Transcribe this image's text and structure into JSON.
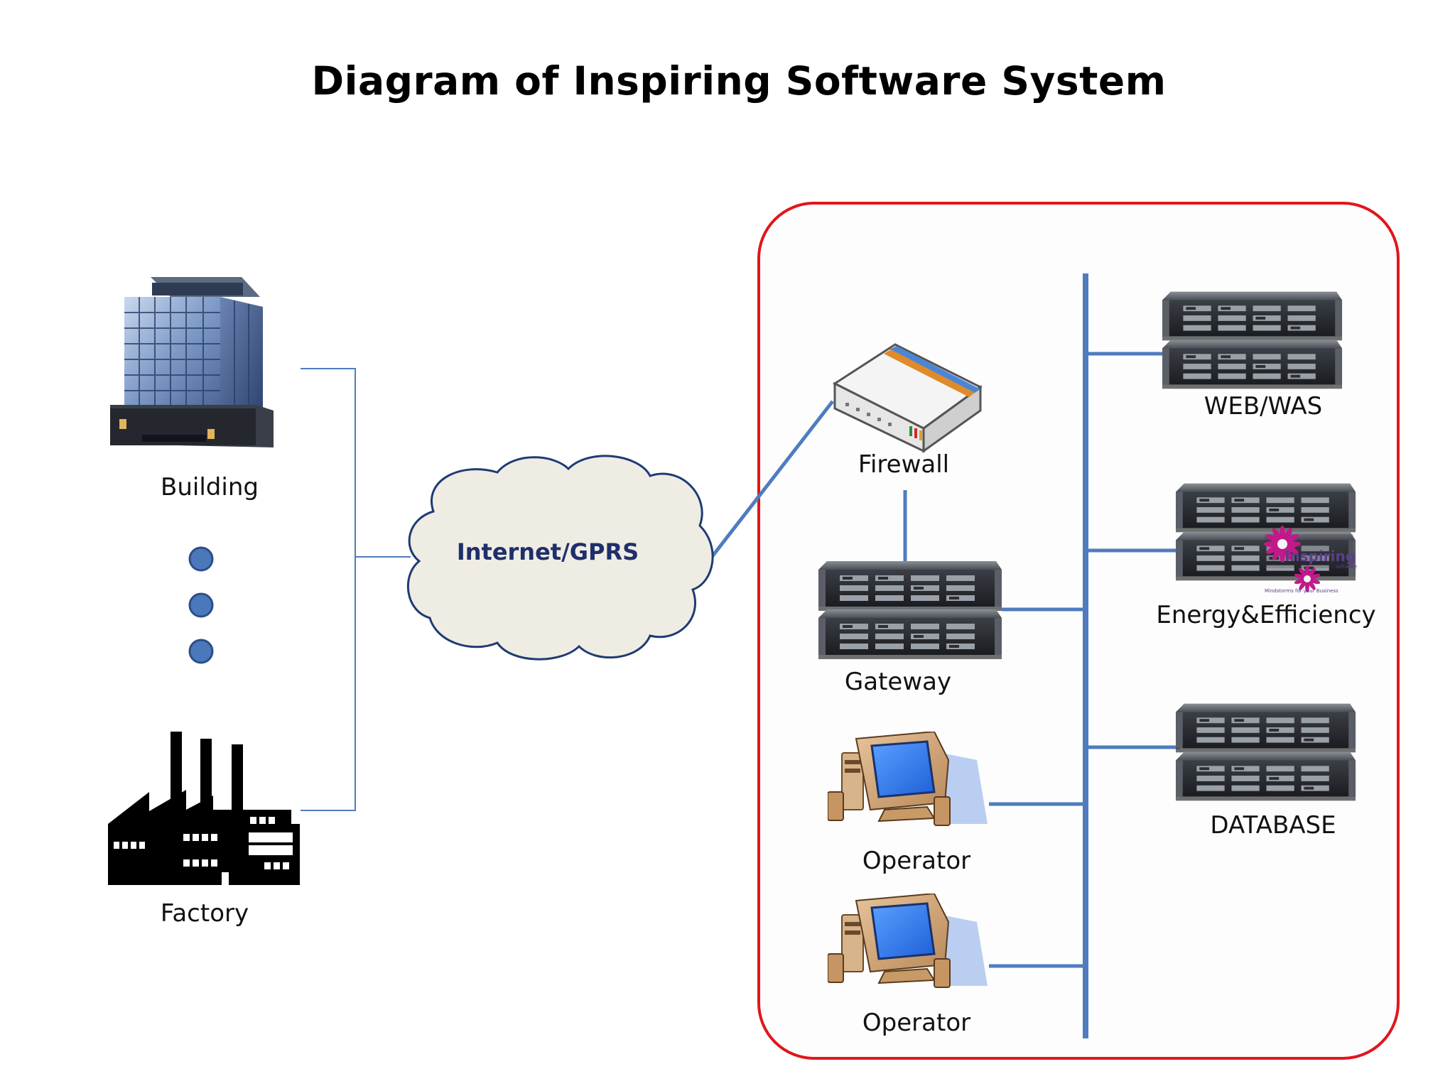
{
  "title": "Diagram of Inspiring Software System",
  "nodes": {
    "building": "Building",
    "factory": "Factory",
    "internet": "Internet/GPRS",
    "firewall": "Firewall",
    "gateway": "Gateway",
    "operator1": "Operator",
    "operator2": "Operator",
    "web_was": "WEB/WAS",
    "energy": "Energy&Efficiency",
    "database": "DATABASE"
  },
  "logo": {
    "brand": "Inspiring",
    "sub": "software",
    "tagline": "Mindstorms for your Business"
  },
  "colors": {
    "link": "#4f7cbf",
    "zone_border": "#e0161b",
    "cloud_fill": "#efece4",
    "cloud_stroke": "#1f3b73",
    "dot": "#4a78bb"
  }
}
